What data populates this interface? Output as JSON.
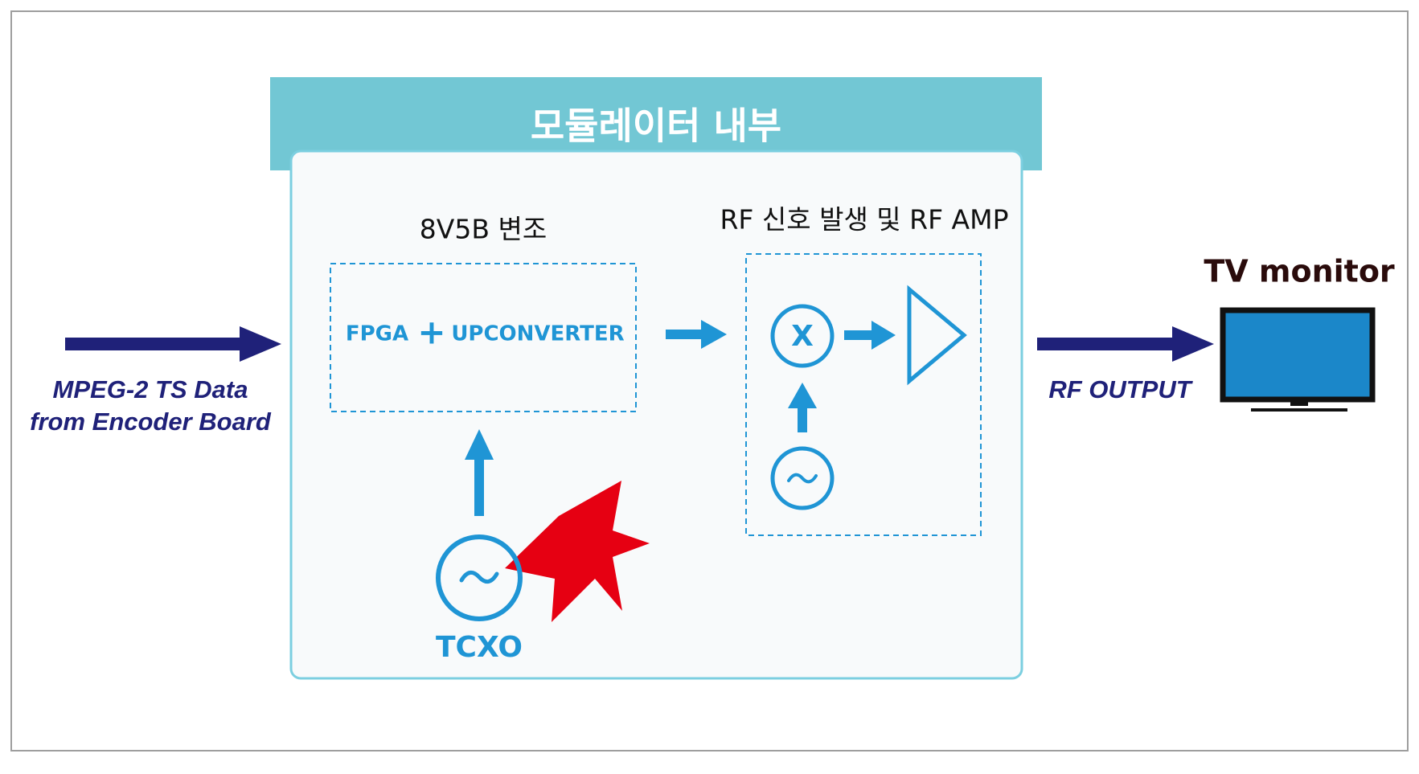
{
  "title": "모듈레이터 내부",
  "modulation": {
    "label": "8V5B 변조",
    "fpga": "FPGA",
    "plus": "+",
    "upconverter": "UPCONVERTER"
  },
  "rf_section": {
    "label": "RF 신호 발생 및 RF AMP",
    "mixer": "X",
    "oscillator_symbol": "~"
  },
  "tcxo": {
    "label": "TCXO",
    "oscillator_symbol": "~"
  },
  "input": {
    "line1": "MPEG-2 TS Data",
    "line2": "from Encoder Board"
  },
  "output": {
    "label": "RF OUTPUT"
  },
  "tv": {
    "label": "TV monitor"
  },
  "colors": {
    "header_teal": "#72c7d4",
    "panel_border": "#7ccfe0",
    "panel_fill": "#f8fafb",
    "accent_blue": "#1f95d5",
    "navy": "#1f2179",
    "burst_red": "#e60012",
    "screen_blue": "#1b87c9",
    "frame_gray": "#9e9e9e"
  }
}
